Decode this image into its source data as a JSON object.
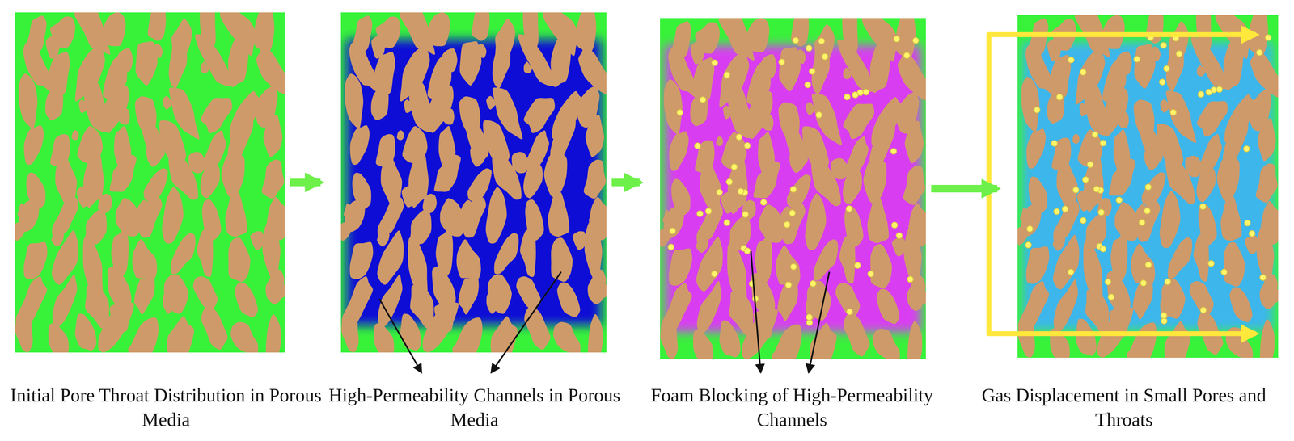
{
  "diagram": {
    "nodes": [
      {
        "text": [
          "Initial Pore Throat Distribution in Porous Media"
        ]
      },
      {
        "text": [
          "High-Permeability Channels in Porous Media"
        ]
      },
      {
        "text": [
          "Foam Blocking of High-Permeability Channels"
        ]
      },
      {
        "text": [
          "Gas Displacement in Small Pores and Throats"
        ]
      }
    ],
    "edges": [
      {
        "from": 0,
        "to": 1,
        "arrow": "to"
      },
      {
        "from": 1,
        "to": 2,
        "arrow": "to"
      },
      {
        "from": 2,
        "to": 3,
        "arrow": "to"
      }
    ]
  }
}
